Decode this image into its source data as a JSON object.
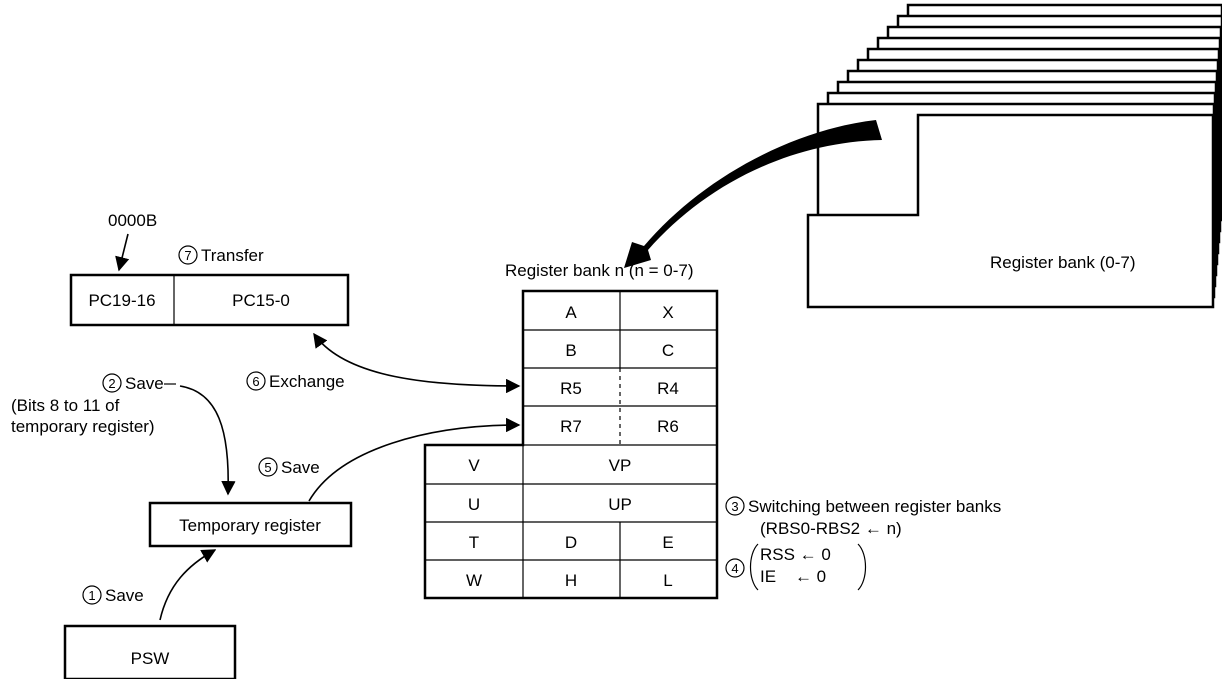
{
  "pc": {
    "top_label": "0000B",
    "hi": "PC19-16",
    "lo": "PC15-0"
  },
  "regbank": {
    "title": "Register bank n (n = 0-7)",
    "rows": [
      [
        "A",
        "X"
      ],
      [
        "B",
        "C"
      ],
      [
        "R5",
        "R4"
      ],
      [
        "R7",
        "R6"
      ]
    ],
    "lower_rows": [
      [
        "V",
        "VP"
      ],
      [
        "U",
        "UP"
      ],
      [
        "T",
        "D",
        "E"
      ],
      [
        "W",
        "H",
        "L"
      ]
    ]
  },
  "stack_label": "Register bank (0-7)",
  "temp_register": "Temporary register",
  "psw": "PSW",
  "steps": {
    "s1": {
      "num": "1",
      "text": "Save"
    },
    "s2": {
      "num": "2",
      "text": "Save"
    },
    "s2_note_1": "(Bits 8 to 11 of",
    "s2_note_2": "temporary register)",
    "s3": {
      "num": "3",
      "text": "Switching between register banks"
    },
    "s3_note": "(RBS0-RBS2 ← n)",
    "s4": {
      "num": "4",
      "line1": "RSS ← 0",
      "line2": "IE    ← 0"
    },
    "s5": {
      "num": "5",
      "text": "Save"
    },
    "s6": {
      "num": "6",
      "text": "Exchange"
    },
    "s7": {
      "num": "7",
      "text": "Transfer"
    }
  },
  "colors": {
    "ink": "#000000",
    "paper": "#ffffff"
  }
}
